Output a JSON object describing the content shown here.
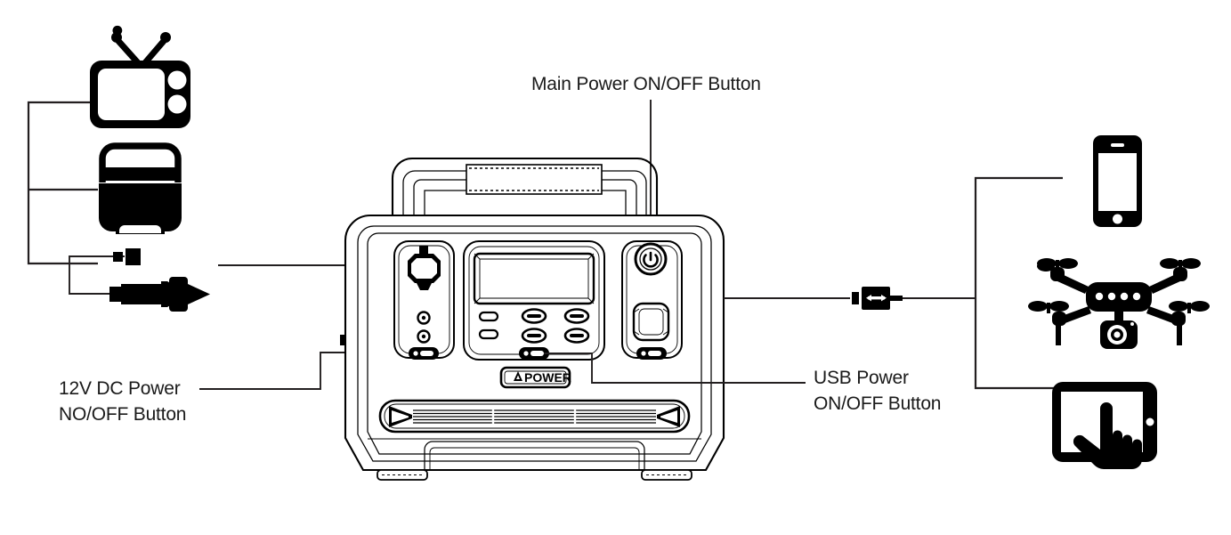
{
  "diagram": {
    "title": "Portable Power Station Output Connections Diagram",
    "background_color": "#ffffff",
    "line_color": "#231f20",
    "text_color": "#1a1a1a"
  },
  "callouts": {
    "main_power": {
      "line1": "Main Power ON/OFF Button",
      "line2": ""
    },
    "dc_power": {
      "line1": "12V DC Power",
      "line2": "NO/OFF Button"
    },
    "usb_power": {
      "line1": "USB Power",
      "line2": "ON/OFF Button"
    }
  },
  "device": {
    "brand_badge": "POWER",
    "brand_mark": "triangle-a-logo",
    "panels": {
      "left": {
        "name": "dc-output-panel",
        "items": [
          "car-socket-12v",
          "dc-barrel-port-1",
          "dc-barrel-port-2",
          "dc-power-button"
        ]
      },
      "center": {
        "name": "display-usb-panel",
        "items": [
          "lcd-display",
          "usb-c-port-1",
          "usb-c-port-2",
          "usb-a-port-1",
          "usb-a-port-2",
          "usb-a-port-3",
          "usb-a-port-4",
          "usb-power-button"
        ]
      },
      "right": {
        "name": "ac-power-panel",
        "items": [
          "main-power-button",
          "ac-outlet",
          "ac-power-button"
        ]
      }
    }
  },
  "left_devices": [
    {
      "name": "television",
      "icon": "tv-icon"
    },
    {
      "name": "cooler",
      "icon": "cooler-icon"
    },
    {
      "name": "car-power-plug",
      "icon": "car-12v-plug-icon"
    }
  ],
  "right_devices": [
    {
      "name": "smartphone",
      "icon": "smartphone-icon"
    },
    {
      "name": "drone",
      "icon": "drone-icon"
    },
    {
      "name": "tablet",
      "icon": "tablet-touch-icon"
    }
  ],
  "connectors": [
    {
      "name": "usb-cable-plug",
      "icon": "usb-plug-icon"
    }
  ]
}
